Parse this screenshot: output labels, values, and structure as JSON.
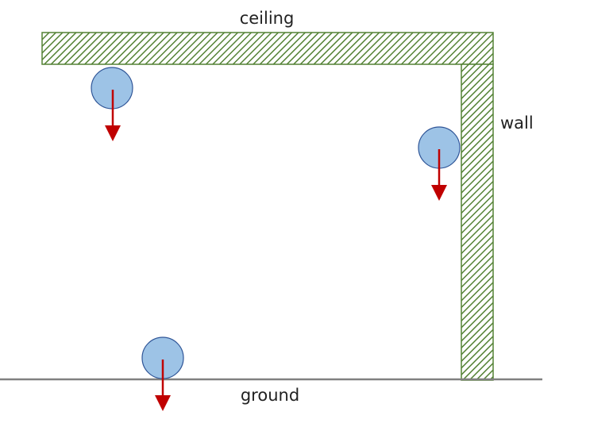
{
  "labels": {
    "ceiling": "ceiling",
    "wall": "wall",
    "ground": "ground"
  },
  "colors": {
    "hatch_fill": "#70ad47",
    "hatch_stroke": "#548235",
    "ball_fill": "#9dc3e6",
    "ball_stroke": "#2f5597",
    "arrow": "#c00000",
    "ground_line": "#808080"
  }
}
